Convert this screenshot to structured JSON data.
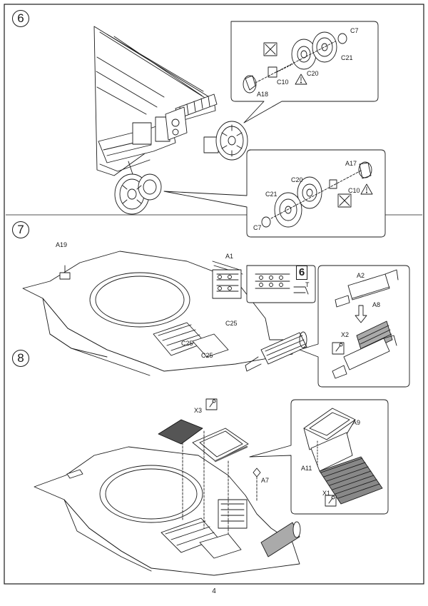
{
  "steps": {
    "s6": {
      "number": "6",
      "callout_top": {
        "parts": [
          "C7",
          "C21",
          "C20",
          "C10",
          "A18"
        ]
      },
      "callout_bottom": {
        "parts": [
          "A17",
          "C20",
          "C21",
          "C10",
          "C7"
        ]
      }
    },
    "s7": {
      "number": "7",
      "main": {
        "parts": [
          "A19",
          "A1",
          "C25",
          "C25",
          "C25"
        ]
      },
      "track_box": {
        "ref_number": "6",
        "ref_letter": "T"
      },
      "callout": {
        "parts": [
          "A2",
          "A8",
          "X2"
        ]
      }
    },
    "s8": {
      "number": "8",
      "main": {
        "parts": [
          "X3",
          "A7"
        ]
      },
      "callout": {
        "parts": [
          "A9",
          "A11",
          "X1"
        ]
      }
    }
  },
  "page_number": "4"
}
